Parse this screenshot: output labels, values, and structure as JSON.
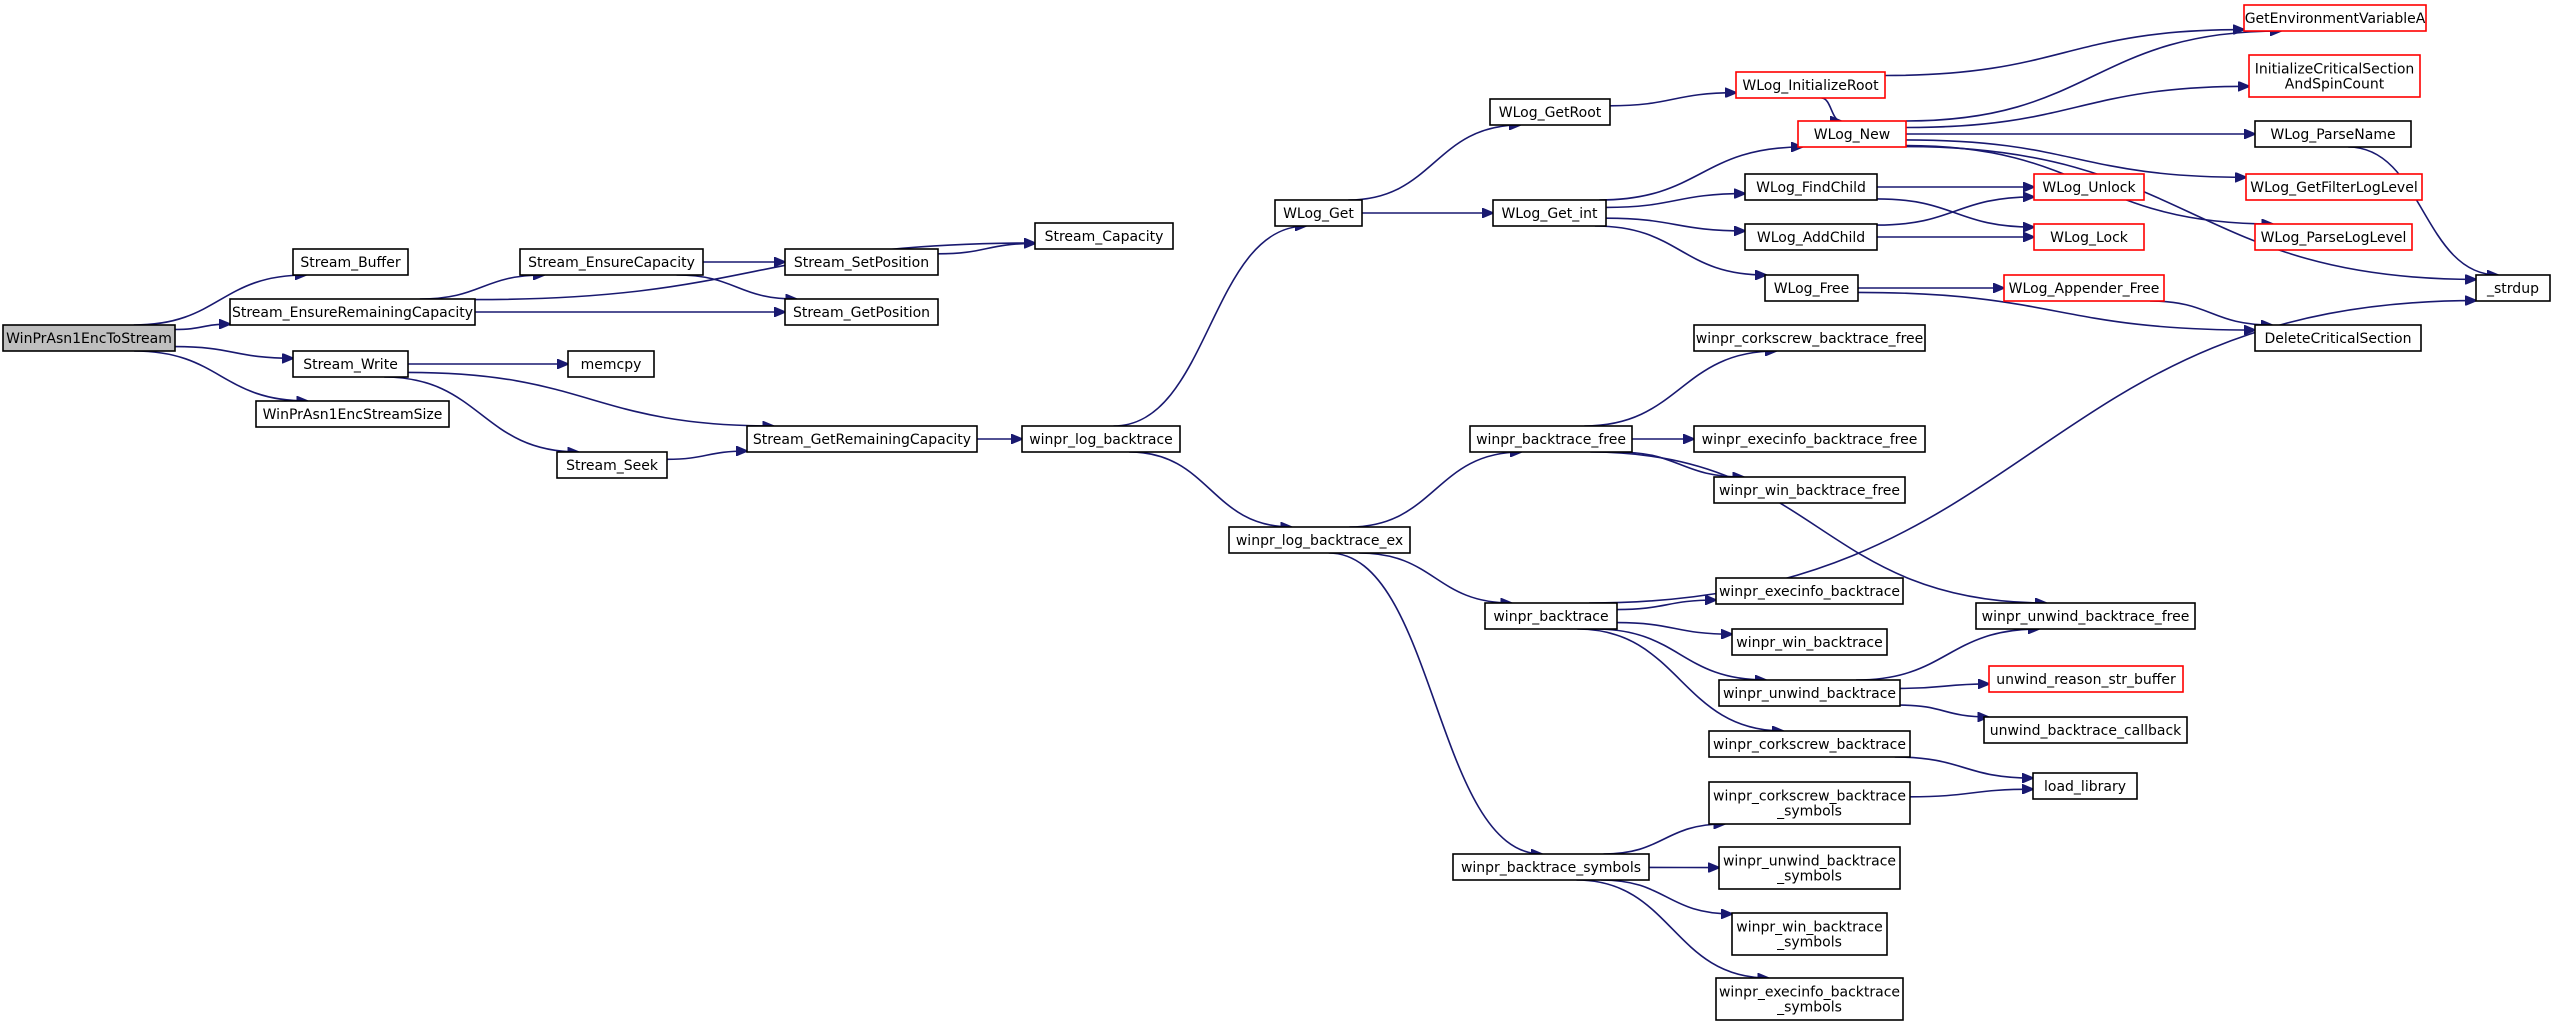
{
  "graph": {
    "nodes": [
      {
        "id": "winpr_asn1_enc_to_stream",
        "lines": [
          "WinPrAsn1EncToStream"
        ],
        "style": "root"
      },
      {
        "id": "stream_buffer",
        "lines": [
          "Stream_Buffer"
        ],
        "style": "normal"
      },
      {
        "id": "stream_ensure_remaining_capacity",
        "lines": [
          "Stream_EnsureRemainingCapacity"
        ],
        "style": "normal"
      },
      {
        "id": "stream_write",
        "lines": [
          "Stream_Write"
        ],
        "style": "normal"
      },
      {
        "id": "winpr_asn1_enc_stream_size",
        "lines": [
          "WinPrAsn1EncStreamSize"
        ],
        "style": "normal"
      },
      {
        "id": "stream_ensure_capacity",
        "lines": [
          "Stream_EnsureCapacity"
        ],
        "style": "normal"
      },
      {
        "id": "stream_set_position",
        "lines": [
          "Stream_SetPosition"
        ],
        "style": "normal"
      },
      {
        "id": "stream_capacity",
        "lines": [
          "Stream_Capacity"
        ],
        "style": "normal"
      },
      {
        "id": "stream_get_position",
        "lines": [
          "Stream_GetPosition"
        ],
        "style": "normal"
      },
      {
        "id": "memcpy",
        "lines": [
          "memcpy"
        ],
        "style": "normal"
      },
      {
        "id": "stream_seek",
        "lines": [
          "Stream_Seek"
        ],
        "style": "normal"
      },
      {
        "id": "stream_get_remaining_capacity",
        "lines": [
          "Stream_GetRemainingCapacity"
        ],
        "style": "normal"
      },
      {
        "id": "winpr_log_backtrace",
        "lines": [
          "winpr_log_backtrace"
        ],
        "style": "normal"
      },
      {
        "id": "wlog_get",
        "lines": [
          "WLog_Get"
        ],
        "style": "normal"
      },
      {
        "id": "winpr_log_backtrace_ex",
        "lines": [
          "winpr_log_backtrace_ex"
        ],
        "style": "normal"
      },
      {
        "id": "wlog_get_root",
        "lines": [
          "WLog_GetRoot"
        ],
        "style": "normal"
      },
      {
        "id": "wlog_get_int",
        "lines": [
          "WLog_Get_int"
        ],
        "style": "normal"
      },
      {
        "id": "wlog_initialize_root",
        "lines": [
          "WLog_InitializeRoot"
        ],
        "style": "external"
      },
      {
        "id": "wlog_new",
        "lines": [
          "WLog_New"
        ],
        "style": "external"
      },
      {
        "id": "wlog_find_child",
        "lines": [
          "WLog_FindChild"
        ],
        "style": "normal"
      },
      {
        "id": "wlog_add_child",
        "lines": [
          "WLog_AddChild"
        ],
        "style": "normal"
      },
      {
        "id": "wlog_free",
        "lines": [
          "WLog_Free"
        ],
        "style": "normal"
      },
      {
        "id": "wlog_unlock",
        "lines": [
          "WLog_Unlock"
        ],
        "style": "external"
      },
      {
        "id": "wlog_lock",
        "lines": [
          "WLog_Lock"
        ],
        "style": "external"
      },
      {
        "id": "wlog_appender_free",
        "lines": [
          "WLog_Appender_Free"
        ],
        "style": "external"
      },
      {
        "id": "get_environment_variable_a",
        "lines": [
          "GetEnvironmentVariableA"
        ],
        "style": "external"
      },
      {
        "id": "initialize_critical_section",
        "lines": [
          "InitializeCriticalSection",
          "AndSpinCount"
        ],
        "style": "external"
      },
      {
        "id": "wlog_parse_name",
        "lines": [
          "WLog_ParseName"
        ],
        "style": "normal"
      },
      {
        "id": "wlog_get_filter_log_level",
        "lines": [
          "WLog_GetFilterLogLevel"
        ],
        "style": "external"
      },
      {
        "id": "wlog_parse_log_level",
        "lines": [
          "WLog_ParseLogLevel"
        ],
        "style": "external"
      },
      {
        "id": "strdup",
        "lines": [
          "_strdup"
        ],
        "style": "normal"
      },
      {
        "id": "delete_critical_section",
        "lines": [
          "DeleteCriticalSection"
        ],
        "style": "normal"
      },
      {
        "id": "winpr_backtrace_free",
        "lines": [
          "winpr_backtrace_free"
        ],
        "style": "normal"
      },
      {
        "id": "winpr_corkscrew_backtrace_free",
        "lines": [
          "winpr_corkscrew_backtrace_free"
        ],
        "style": "normal"
      },
      {
        "id": "winpr_execinfo_backtrace_free",
        "lines": [
          "winpr_execinfo_backtrace_free"
        ],
        "style": "normal"
      },
      {
        "id": "winpr_win_backtrace_free",
        "lines": [
          "winpr_win_backtrace_free"
        ],
        "style": "normal"
      },
      {
        "id": "winpr_backtrace",
        "lines": [
          "winpr_backtrace"
        ],
        "style": "normal"
      },
      {
        "id": "winpr_execinfo_backtrace",
        "lines": [
          "winpr_execinfo_backtrace"
        ],
        "style": "normal"
      },
      {
        "id": "winpr_win_backtrace",
        "lines": [
          "winpr_win_backtrace"
        ],
        "style": "normal"
      },
      {
        "id": "winpr_unwind_backtrace",
        "lines": [
          "winpr_unwind_backtrace"
        ],
        "style": "normal"
      },
      {
        "id": "winpr_corkscrew_backtrace",
        "lines": [
          "winpr_corkscrew_backtrace"
        ],
        "style": "normal"
      },
      {
        "id": "winpr_unwind_backtrace_free",
        "lines": [
          "winpr_unwind_backtrace_free"
        ],
        "style": "normal"
      },
      {
        "id": "unwind_reason_str_buffer",
        "lines": [
          "unwind_reason_str_buffer"
        ],
        "style": "external"
      },
      {
        "id": "unwind_backtrace_callback",
        "lines": [
          "unwind_backtrace_callback"
        ],
        "style": "normal"
      },
      {
        "id": "load_library",
        "lines": [
          "load_library"
        ],
        "style": "normal"
      },
      {
        "id": "winpr_backtrace_symbols",
        "lines": [
          "winpr_backtrace_symbols"
        ],
        "style": "normal"
      },
      {
        "id": "winpr_corkscrew_backtrace_symbols",
        "lines": [
          "winpr_corkscrew_backtrace",
          "_symbols"
        ],
        "style": "normal"
      },
      {
        "id": "winpr_unwind_backtrace_symbols",
        "lines": [
          "winpr_unwind_backtrace",
          "_symbols"
        ],
        "style": "normal"
      },
      {
        "id": "winpr_win_backtrace_symbols",
        "lines": [
          "winpr_win_backtrace",
          "_symbols"
        ],
        "style": "normal"
      },
      {
        "id": "winpr_execinfo_backtrace_symbols",
        "lines": [
          "winpr_execinfo_backtrace",
          "_symbols"
        ],
        "style": "normal"
      }
    ],
    "edges": [
      [
        "winpr_asn1_enc_to_stream",
        "stream_buffer"
      ],
      [
        "winpr_asn1_enc_to_stream",
        "stream_ensure_remaining_capacity"
      ],
      [
        "winpr_asn1_enc_to_stream",
        "stream_write"
      ],
      [
        "winpr_asn1_enc_to_stream",
        "winpr_asn1_enc_stream_size"
      ],
      [
        "stream_ensure_remaining_capacity",
        "stream_capacity"
      ],
      [
        "stream_ensure_remaining_capacity",
        "stream_ensure_capacity"
      ],
      [
        "stream_ensure_remaining_capacity",
        "stream_get_position"
      ],
      [
        "stream_ensure_capacity",
        "stream_set_position"
      ],
      [
        "stream_ensure_capacity",
        "stream_get_position"
      ],
      [
        "stream_set_position",
        "stream_capacity"
      ],
      [
        "stream_write",
        "memcpy"
      ],
      [
        "stream_write",
        "stream_get_remaining_capacity"
      ],
      [
        "stream_write",
        "stream_seek"
      ],
      [
        "stream_seek",
        "stream_get_remaining_capacity"
      ],
      [
        "stream_get_remaining_capacity",
        "winpr_log_backtrace"
      ],
      [
        "winpr_log_backtrace",
        "wlog_get"
      ],
      [
        "winpr_log_backtrace",
        "winpr_log_backtrace_ex"
      ],
      [
        "wlog_get",
        "wlog_get_root"
      ],
      [
        "wlog_get",
        "wlog_get_int"
      ],
      [
        "wlog_get_root",
        "wlog_initialize_root"
      ],
      [
        "wlog_initialize_root",
        "get_environment_variable_a"
      ],
      [
        "wlog_initialize_root",
        "wlog_new"
      ],
      [
        "wlog_get_int",
        "wlog_new"
      ],
      [
        "wlog_get_int",
        "wlog_find_child"
      ],
      [
        "wlog_get_int",
        "wlog_add_child"
      ],
      [
        "wlog_get_int",
        "wlog_free"
      ],
      [
        "wlog_find_child",
        "wlog_unlock"
      ],
      [
        "wlog_find_child",
        "wlog_lock"
      ],
      [
        "wlog_add_child",
        "wlog_unlock"
      ],
      [
        "wlog_add_child",
        "wlog_lock"
      ],
      [
        "wlog_free",
        "wlog_appender_free"
      ],
      [
        "wlog_free",
        "delete_critical_section"
      ],
      [
        "wlog_appender_free",
        "delete_critical_section"
      ],
      [
        "wlog_new",
        "get_environment_variable_a"
      ],
      [
        "wlog_new",
        "initialize_critical_section"
      ],
      [
        "wlog_new",
        "wlog_parse_name"
      ],
      [
        "wlog_new",
        "wlog_get_filter_log_level"
      ],
      [
        "wlog_new",
        "wlog_parse_log_level"
      ],
      [
        "wlog_new",
        "strdup"
      ],
      [
        "wlog_parse_name",
        "strdup"
      ],
      [
        "winpr_log_backtrace_ex",
        "winpr_backtrace_free"
      ],
      [
        "winpr_log_backtrace_ex",
        "winpr_backtrace"
      ],
      [
        "winpr_log_backtrace_ex",
        "winpr_backtrace_symbols"
      ],
      [
        "winpr_backtrace_free",
        "winpr_corkscrew_backtrace_free"
      ],
      [
        "winpr_backtrace_free",
        "winpr_execinfo_backtrace_free"
      ],
      [
        "winpr_backtrace_free",
        "winpr_win_backtrace_free"
      ],
      [
        "winpr_backtrace_free",
        "winpr_unwind_backtrace_free"
      ],
      [
        "winpr_backtrace",
        "strdup"
      ],
      [
        "winpr_backtrace",
        "winpr_execinfo_backtrace"
      ],
      [
        "winpr_backtrace",
        "winpr_win_backtrace"
      ],
      [
        "winpr_backtrace",
        "winpr_unwind_backtrace"
      ],
      [
        "winpr_backtrace",
        "winpr_corkscrew_backtrace"
      ],
      [
        "winpr_unwind_backtrace",
        "winpr_unwind_backtrace_free"
      ],
      [
        "winpr_unwind_backtrace",
        "unwind_reason_str_buffer"
      ],
      [
        "winpr_unwind_backtrace",
        "unwind_backtrace_callback"
      ],
      [
        "winpr_corkscrew_backtrace",
        "load_library"
      ],
      [
        "winpr_corkscrew_backtrace_symbols",
        "load_library"
      ],
      [
        "winpr_backtrace_symbols",
        "winpr_corkscrew_backtrace_symbols"
      ],
      [
        "winpr_backtrace_symbols",
        "winpr_unwind_backtrace_symbols"
      ],
      [
        "winpr_backtrace_symbols",
        "winpr_win_backtrace_symbols"
      ],
      [
        "winpr_backtrace_symbols",
        "winpr_execinfo_backtrace_symbols"
      ]
    ]
  }
}
